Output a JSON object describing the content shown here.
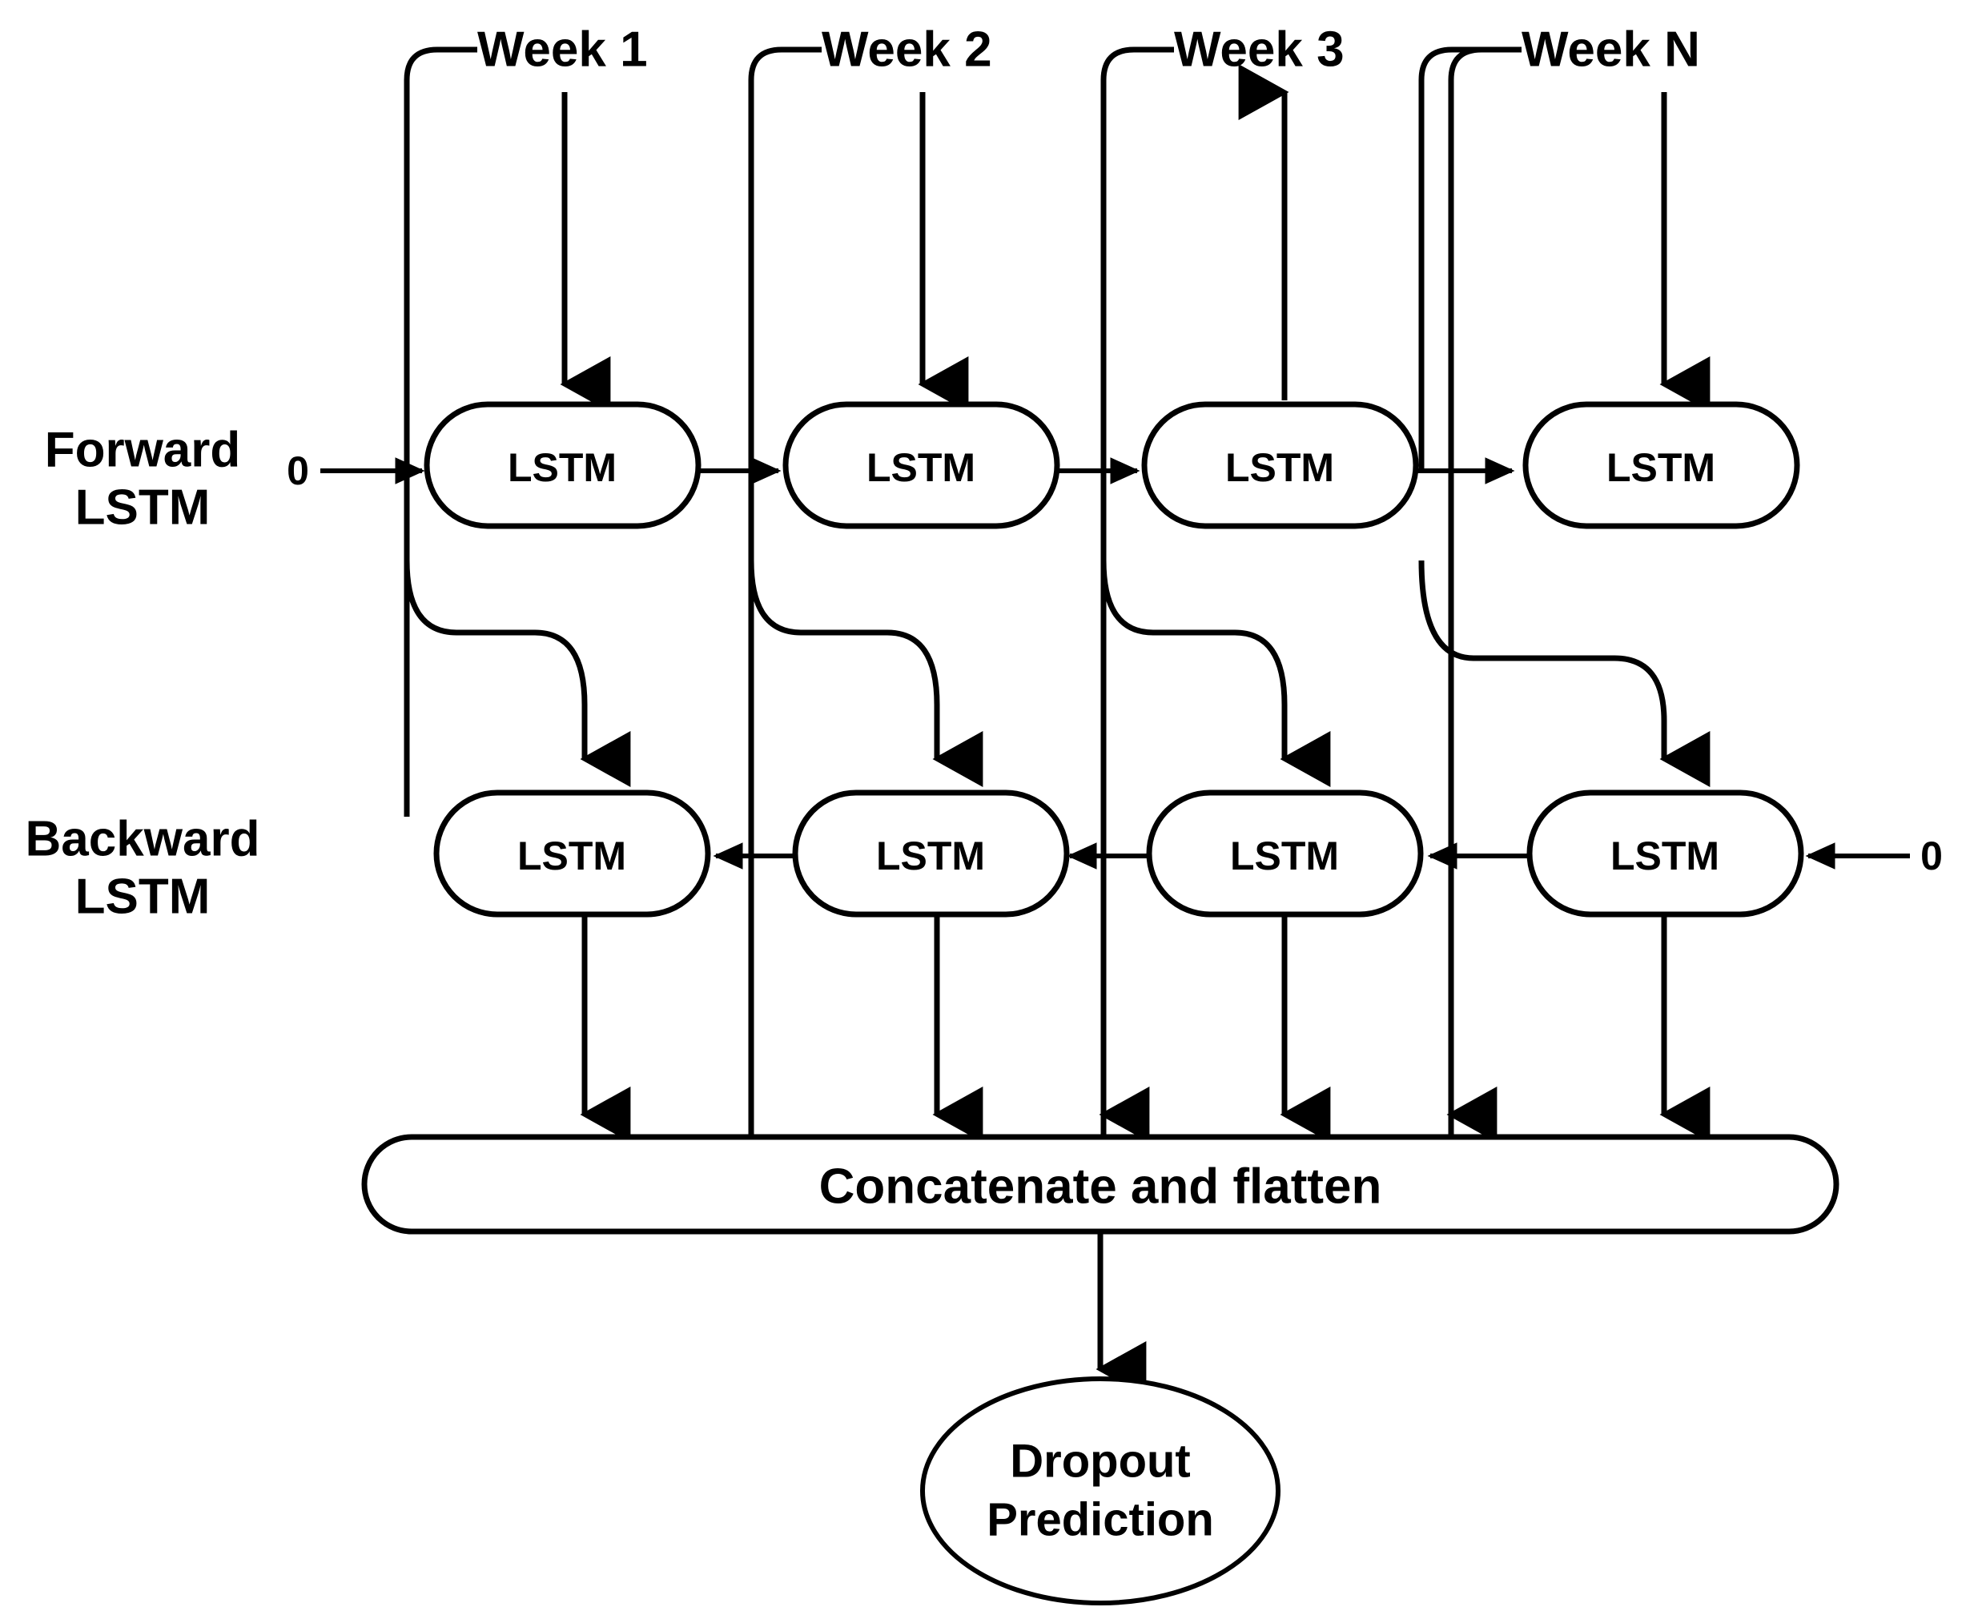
{
  "diagram": {
    "title": "Bidirectional LSTM dropout prediction architecture",
    "row_labels": {
      "forward": "Forward\nLSTM",
      "forward_line1": "Forward",
      "forward_line2": "LSTM",
      "backward_line1": "Backward",
      "backward_line2": "LSTM"
    },
    "init_states": {
      "left_zero": "0",
      "right_zero": "0"
    },
    "timesteps": [
      {
        "label": "Week 1",
        "input_arrow_direction": "down",
        "cell_label": "LSTM"
      },
      {
        "label": "Week 2",
        "input_arrow_direction": "down",
        "cell_label": "LSTM"
      },
      {
        "label": "Week 3",
        "input_arrow_direction": "up",
        "cell_label": "LSTM"
      },
      {
        "label": "Week N",
        "input_arrow_direction": "down",
        "cell_label": "LSTM"
      }
    ],
    "forward_cells": [
      "LSTM",
      "LSTM",
      "LSTM",
      "LSTM"
    ],
    "backward_cells": [
      "LSTM",
      "LSTM",
      "LSTM",
      "LSTM"
    ],
    "concat_label": "Concatenate and flatten",
    "output_label_line1": "Dropout",
    "output_label_line2": "Prediction",
    "colors": {
      "stroke": "#000000",
      "fill": "#ffffff",
      "background": "#ffffff"
    }
  }
}
